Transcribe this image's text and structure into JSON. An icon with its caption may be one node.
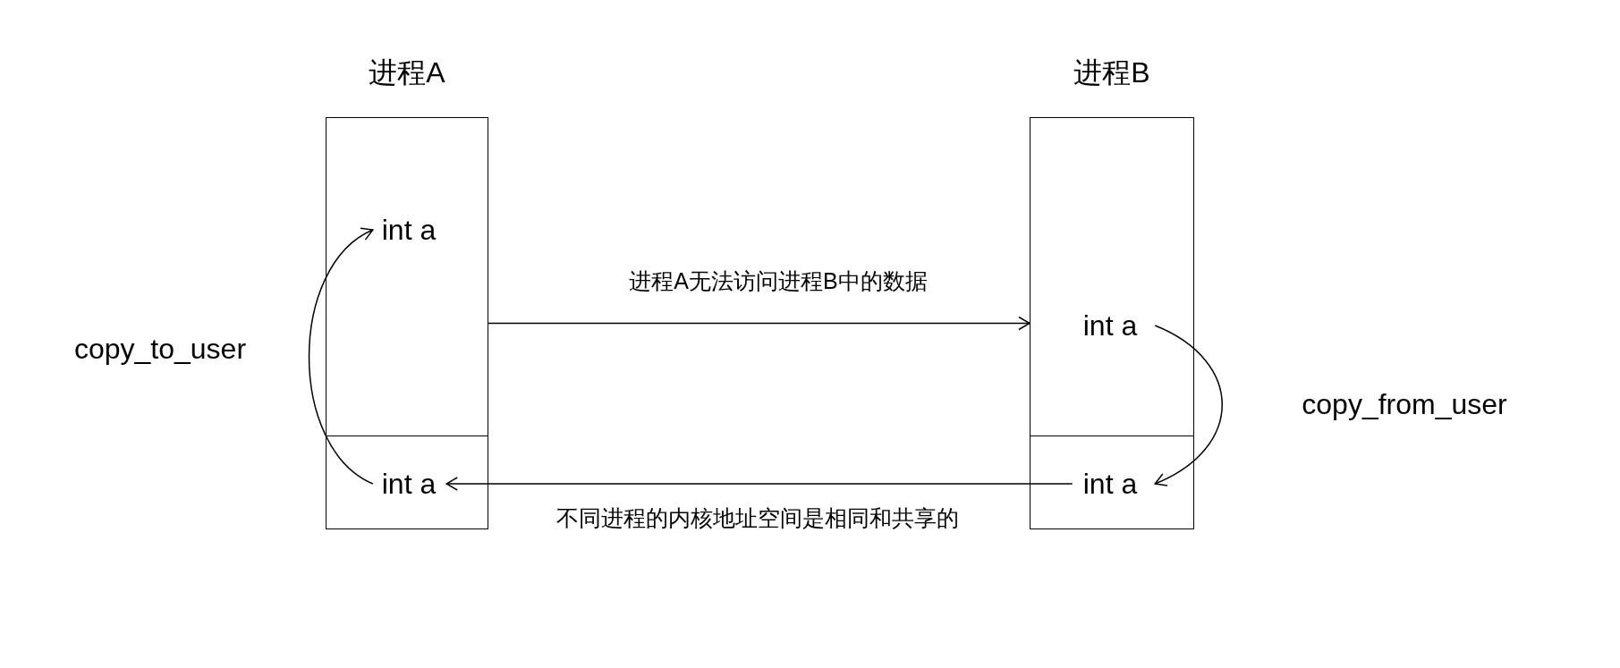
{
  "diagram": {
    "nodes": [
      {
        "text": [
          "进程A"
        ]
      },
      {
        "text": [
          "int a"
        ],
        "in": 0
      },
      {
        "text": [
          "int a"
        ],
        "in": 0
      },
      {
        "text": [
          "进程B"
        ]
      },
      {
        "text": [
          "int a"
        ],
        "in": 3
      },
      {
        "text": [
          "int a"
        ],
        "in": 3
      }
    ],
    "edges": [
      {
        "from": 2,
        "to": 1,
        "arrow": "to",
        "label": "copy_to_user"
      },
      {
        "from": 4,
        "to": 5,
        "arrow": "to",
        "label": "copy_from_user"
      },
      {
        "from": 0,
        "to": 3,
        "arrow": "to",
        "label": "进程A无法访问进程B中的数据"
      },
      {
        "from": 5,
        "to": 2,
        "arrow": "to",
        "label": "不同进程的内核地址空间是相同和共享的"
      }
    ]
  }
}
